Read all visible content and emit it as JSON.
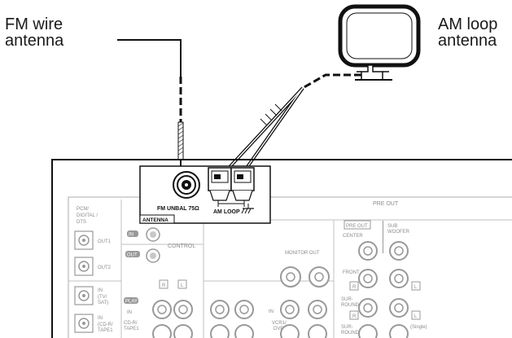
{
  "labels": {
    "fm_line1": "FM wire",
    "fm_line2": "antenna",
    "am_line1": "AM loop",
    "am_line2": "antenna"
  },
  "antenna_box": {
    "fm_terminal": "FM UNBAL 75Ω",
    "am_terminal": "AM LOOP",
    "section": "ANTENNA"
  },
  "panel": {
    "digital_header": "PCM/\nDIGITAL /\nDTS",
    "pcm": "PCM/",
    "digital": "DIGITAL /",
    "dts": "DTS",
    "out1": "OUT1",
    "out2": "OUT2",
    "in_tv": "IN",
    "tv_sat1": "(TV/",
    "tv_sat2": "SAT)",
    "in_cd": "IN",
    "cd1": "(CD-R/",
    "cd2": "TAPE1",
    "in_tag": "IN",
    "out_tag": "OUT",
    "control": "CONTROL",
    "r": "R",
    "l": "L",
    "play": "PLAY",
    "in": "IN",
    "cdr": "CD-R/",
    "tape1": "TAPE1",
    "monitor_out": "MONITOR OUT",
    "vcr1": "VCR1/",
    "dvr": "DVR",
    "pre_out": "PRE OUT",
    "pre_out_box": "PRE OUT",
    "center": "CENTER",
    "sub1": "SUB",
    "sub2": "WOOFER",
    "front": "FRONT",
    "surr1": "SUR-",
    "surr2": "ROUND",
    "surr3": "SUR-",
    "surr4": "ROUND",
    "single": "(Single)",
    "in_vcr": "IN"
  }
}
